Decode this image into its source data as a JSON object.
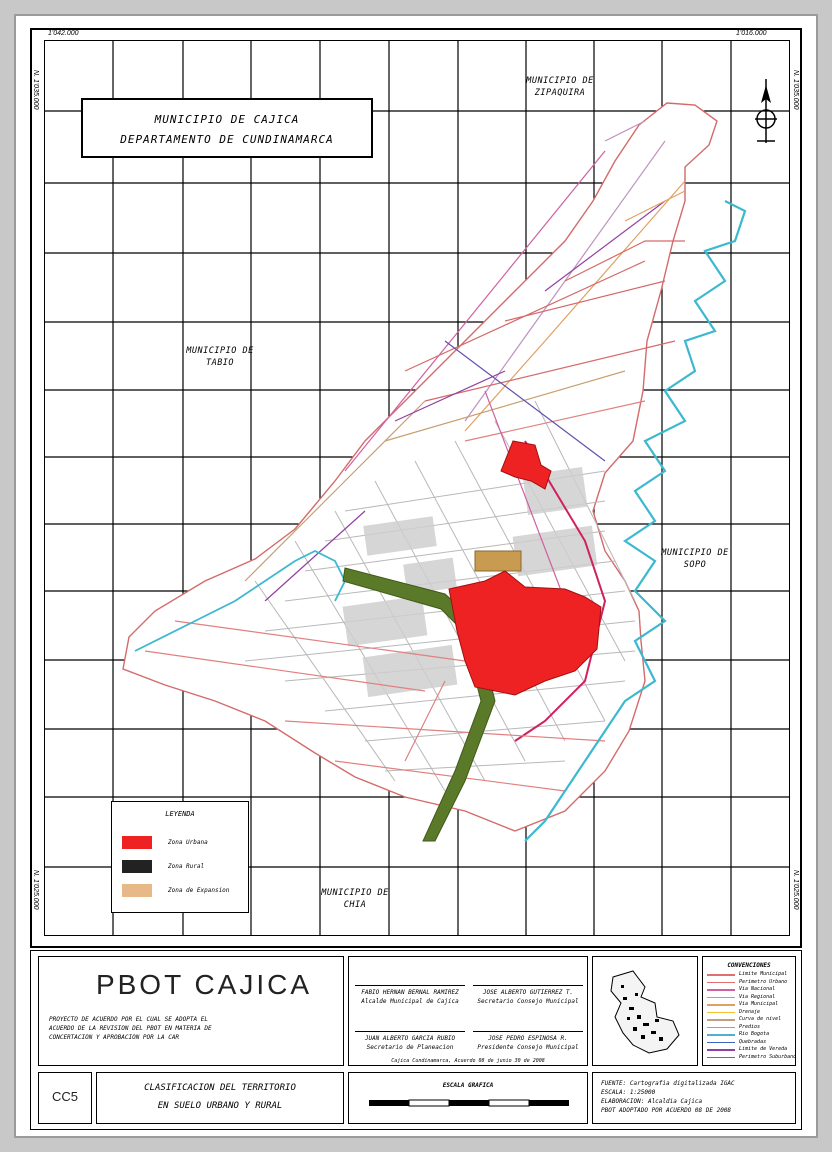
{
  "map": {
    "title_line1": "MUNICIPIO DE CAJICA",
    "title_line2": "DEPARTAMENTO DE CUNDINAMARCA",
    "neighbors": {
      "north": "MUNICIPIO DE ZIPAQUIRA",
      "west": "MUNICIPIO DE TABIO",
      "east": "MUNICIPIO DE SOPO",
      "south": "MUNICIPIO DE CHIA"
    },
    "corners": {
      "top_left": "1'042.000",
      "top_right": "1'016.000"
    },
    "side_labels": {
      "left_top": "N. 1'035.000",
      "left_bottom": "N. 1'025.000",
      "right_top": "N. 1'035.000",
      "right_bottom": "N. 1'025.000"
    }
  },
  "legend": {
    "title": "LEYENDA",
    "items": [
      {
        "label": "Zona Urbana",
        "color": "#ee2222"
      },
      {
        "label": "Zona Rural",
        "color": "#222222"
      },
      {
        "label": "Zona de Expansion",
        "color": "#e8b988"
      }
    ]
  },
  "colors": {
    "urban": "#ee2222",
    "expansion": "#c89b50",
    "corridor": "#5a7a2a",
    "river": "#3cb8d0",
    "grid": "#000000"
  },
  "titleblock": {
    "project": "PBOT CAJICA",
    "description_lines": [
      "PROYECTO DE ACUERDO POR EL CUAL SE ADOPTA EL",
      "ACUERDO DE LA REVISION DEL PBOT EN MATERIA DE",
      "CONCERTACION Y APROBACION POR LA CAR"
    ],
    "signatures": [
      {
        "name": "FABIO HERNAN BERNAL RAMIREZ",
        "role": "Alcalde Municipal de Cajica"
      },
      {
        "name": "JOSE ALBERTO GUTIERREZ T.",
        "role": "Secretario Consejo Municipal"
      },
      {
        "name": "JUAN ALBERTO GARCIA RUBIO",
        "role": "Secretario de Planeacion"
      },
      {
        "name": "JOSE PEDRO ESPINOSA R.",
        "role": "Presidente Consejo Municipal"
      }
    ],
    "date_line": "Cajica Cundinamarca, Acuerdo 08 de junio 30 de 2008",
    "plan_code": "CC5",
    "plan_title_line1": "CLASIFICACION DEL TERRITORIO",
    "plan_title_line2": "EN SUELO URBANO Y RURAL",
    "scale_label": "ESCALA GRAFICA",
    "conventions_title": "CONVENCIONES",
    "conventions": [
      {
        "label": "Limite Municipal",
        "color": "#e07070"
      },
      {
        "label": "Perimetro Urbano",
        "color": "#e07070"
      },
      {
        "label": "Via Nacional",
        "color": "#d060a0"
      },
      {
        "label": "Via Regional",
        "color": "#c090c0"
      },
      {
        "label": "Via Municipal",
        "color": "#e0a060"
      },
      {
        "label": "Drenaje",
        "color": "#f0c030"
      },
      {
        "label": "Curva de nivel",
        "color": "#c0a080"
      },
      {
        "label": "Predios",
        "color": "#a0a0a0"
      },
      {
        "label": "Rio Bogota",
        "color": "#50b0d0"
      },
      {
        "label": "Quebradas",
        "color": "#4060c0"
      },
      {
        "label": "Limite de Vereda",
        "color": "#9040a0"
      },
      {
        "label": "Perimetro Suburbano",
        "color": "#e04040"
      }
    ],
    "source_lines": [
      "FUENTE: Cartografia digitalizada IGAC",
      "ESCALA: 1:25000",
      "ELABORACION: Alcaldia Cajica",
      "PBOT ADOPTADO POR ACUERDO 08 DE 2008"
    ]
  }
}
